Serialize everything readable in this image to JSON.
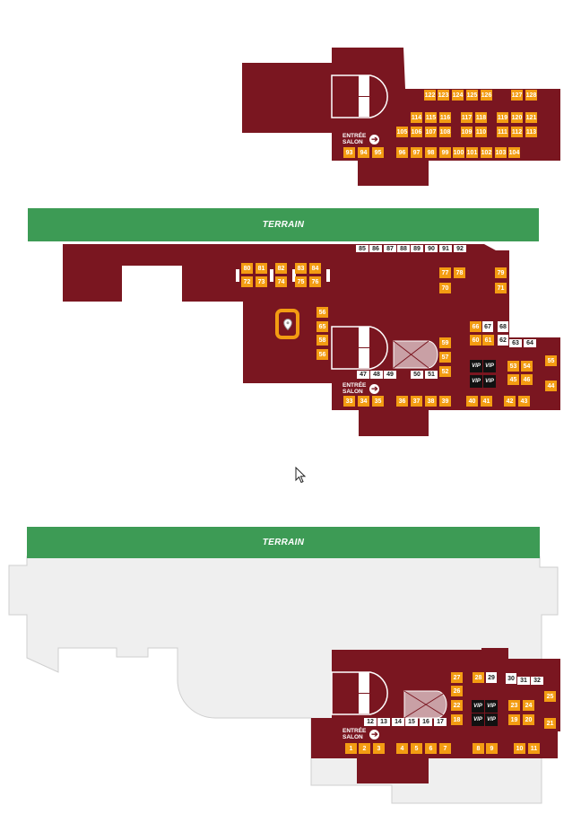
{
  "terrain_label": "TERRAIN",
  "entree": {
    "line1": "ENTRÉE",
    "line2": "SALON",
    "arrow": "➔"
  },
  "colors": {
    "hall": "#7a1620",
    "booth": "#f39c12",
    "vip": "#111111",
    "terrain": "#3d9b55",
    "outline": "#e8e8e8"
  },
  "vip_label": "VIP",
  "icons": {
    "location": "location-pin-icon",
    "arrow": "arrow-right-icon",
    "cursor": "mouse-pointer-icon"
  },
  "floor_top": {
    "row1": [
      "122",
      "123",
      "124",
      "125",
      "126",
      "127",
      "128"
    ],
    "row2": [
      "114",
      "115",
      "116",
      "117",
      "118",
      "119",
      "120",
      "121"
    ],
    "row3": [
      "105",
      "106",
      "107",
      "108",
      "109",
      "110",
      "111",
      "112",
      "113"
    ],
    "row4": [
      "93",
      "94",
      "95",
      "96",
      "97",
      "98",
      "99",
      "100",
      "101",
      "102",
      "103",
      "104"
    ]
  },
  "floor_middle": {
    "top_white": [
      "85",
      "86",
      "87",
      "88",
      "89",
      "90",
      "91",
      "92"
    ],
    "upper_a": [
      "80",
      "81",
      "82",
      "83",
      "84"
    ],
    "upper_b": [
      "72",
      "73",
      "74",
      "75",
      "76"
    ],
    "right_upper": [
      "77",
      "78",
      "79",
      "70",
      "71"
    ],
    "column": [
      "69",
      "65",
      "58",
      "56"
    ],
    "middle": [
      "66",
      "67",
      "68",
      "60",
      "61",
      "62",
      "63",
      "64"
    ],
    "right_mid": [
      "59",
      "57",
      "52",
      "53",
      "54",
      "55",
      "45",
      "46",
      "44"
    ],
    "white_mid": [
      "47",
      "48",
      "49",
      "50",
      "51"
    ],
    "bottom": [
      "33",
      "34",
      "35",
      "36",
      "37",
      "38",
      "39",
      "40",
      "41",
      "42",
      "43"
    ]
  },
  "floor_bottom": {
    "upper": [
      "27",
      "28",
      "29",
      "30",
      "31",
      "32",
      "26",
      "22",
      "23",
      "24",
      "25",
      "18",
      "19",
      "20",
      "21"
    ],
    "white": [
      "12",
      "13",
      "14",
      "15",
      "16",
      "17"
    ],
    "bottom": [
      "1",
      "2",
      "3",
      "4",
      "5",
      "6",
      "7",
      "8",
      "9",
      "10",
      "11"
    ]
  }
}
